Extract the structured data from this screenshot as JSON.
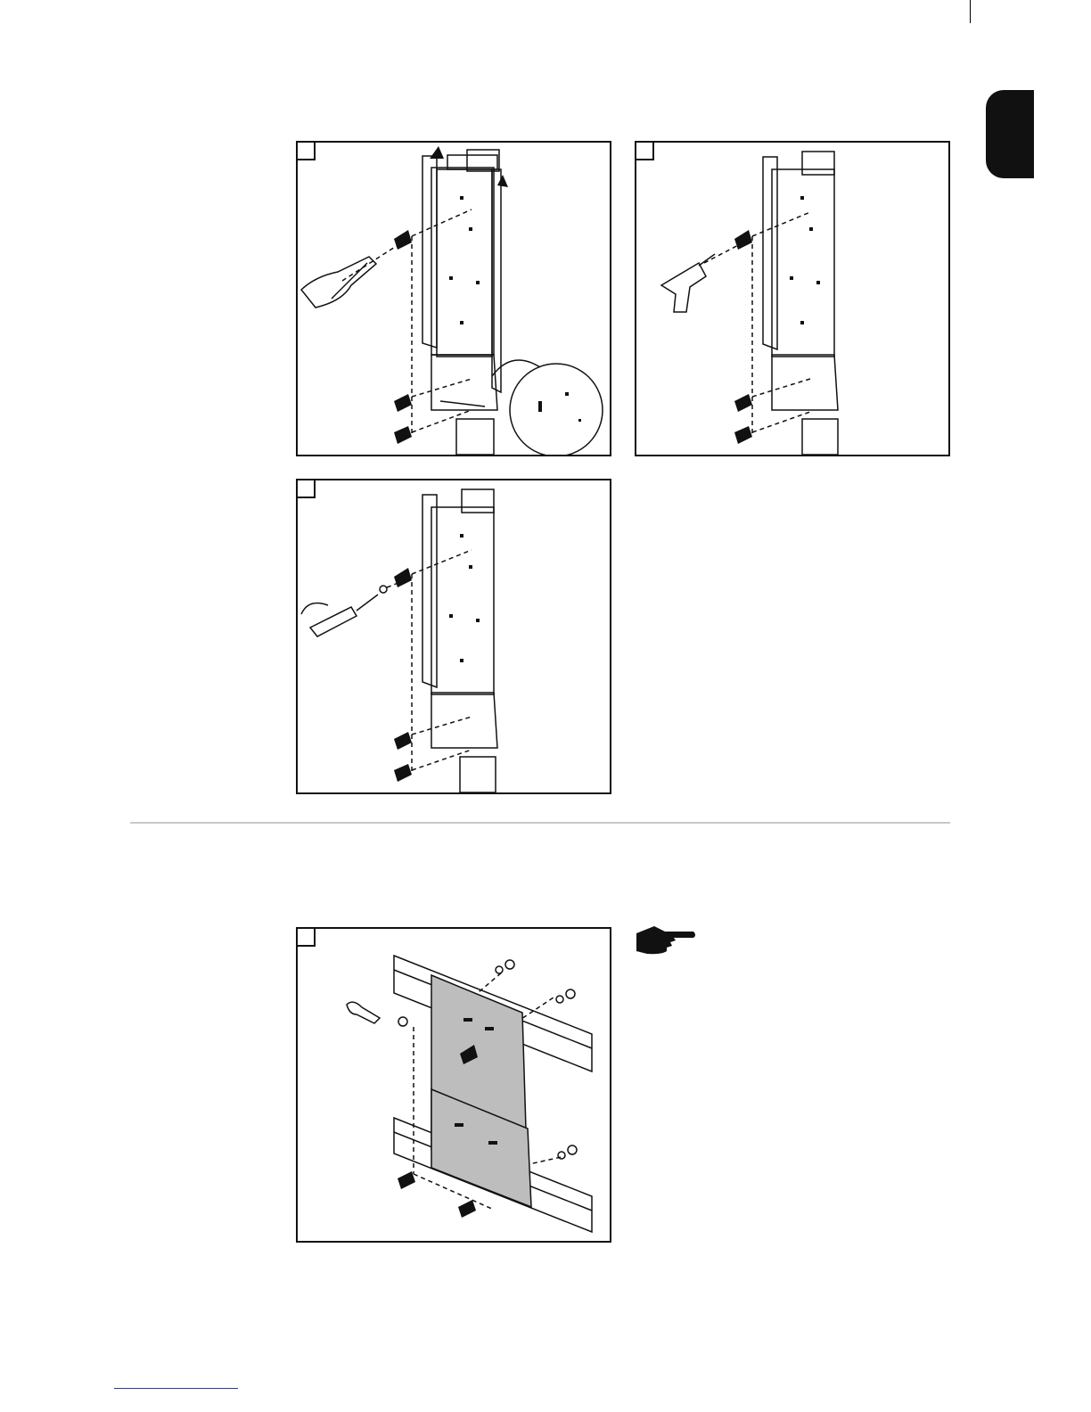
{
  "page": {
    "language_tab": "",
    "panels": [
      {
        "id": "mark-holes",
        "step": "",
        "icon": "pencil-marking-icon"
      },
      {
        "id": "drill-holes",
        "step": "",
        "icon": "drill-icon"
      },
      {
        "id": "screw-mounting",
        "step": "",
        "icon": "screwdriver-icon"
      },
      {
        "id": "rail-mounting",
        "step": "",
        "icon": "wrench-icon"
      }
    ],
    "note_icon": "pointing-hand-icon",
    "colors": {
      "line": "#111111",
      "divider": "#c9c9c9",
      "plate_fill": "#bdbdbd",
      "link": "#2a3a9c"
    }
  }
}
